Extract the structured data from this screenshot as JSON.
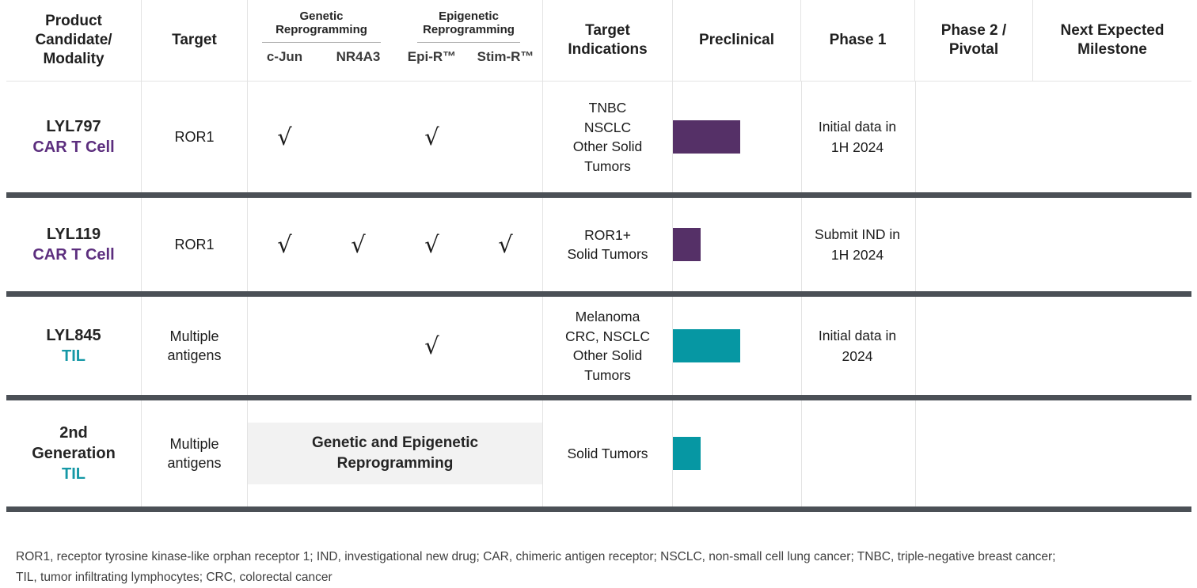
{
  "palette": {
    "purple_bar": "#553067",
    "teal_bar": "#0697a3",
    "purple_text": "#5c2e7e",
    "teal_text": "#1598a6",
    "separator": "#4b5056",
    "grid_line": "#e3e3e3",
    "merged_box_bg": "#f2f2f2"
  },
  "header": {
    "product": "Product\nCandidate/\nModality",
    "target": "Target",
    "genetic_group": "Genetic\nReprogramming",
    "epigenetic_group": "Epigenetic\nReprogramming",
    "c_jun": "c-Jun",
    "nr4a3": "NR4A3",
    "epi_r": "Epi-R™",
    "stim_r": "Stim-R™",
    "indications": "Target\nIndications",
    "preclinical": "Preclinical",
    "phase1": "Phase 1",
    "phase2": "Phase 2 /\nPivotal",
    "milestone": "Next Expected\nMilestone"
  },
  "rows": [
    {
      "product": "LYL797",
      "modality": "CAR T Cell",
      "target": "ROR1",
      "checks": {
        "c_jun": "√",
        "nr4a3": "",
        "epi_r": "√",
        "stim_r": ""
      },
      "indications": "TNBC\nNSCLC\nOther Solid\nTumors",
      "bar": {
        "color": "purple_bar",
        "extent_frac": 0.525,
        "phase_reached": "Phase 1"
      },
      "milestone": "Initial data in\n1H 2024"
    },
    {
      "product": "LYL119",
      "modality": "CAR T Cell",
      "target": "ROR1",
      "checks": {
        "c_jun": "√",
        "nr4a3": "√",
        "epi_r": "√",
        "stim_r": "√"
      },
      "indications": "ROR1+\nSolid Tumors",
      "bar": {
        "color": "purple_bar",
        "extent_frac": 0.22,
        "phase_reached": "Preclinical"
      },
      "milestone": "Submit IND in\n1H 2024"
    },
    {
      "product": "LYL845",
      "modality": "TIL",
      "target": "Multiple\nantigens",
      "checks": {
        "c_jun": "",
        "nr4a3": "",
        "epi_r": "√",
        "stim_r": ""
      },
      "indications": "Melanoma\nCRC, NSCLC\nOther Solid\nTumors",
      "bar": {
        "color": "teal_bar",
        "extent_frac": 0.525,
        "phase_reached": "Phase 1"
      },
      "milestone": "Initial data in\n2024"
    },
    {
      "product": "2nd\nGeneration",
      "modality": "TIL",
      "target": "Multiple\nantigens",
      "merged_label": "Genetic and Epigenetic\nReprogramming",
      "indications": "Solid Tumors",
      "bar": {
        "color": "teal_bar",
        "extent_frac": 0.22,
        "phase_reached": "Preclinical"
      },
      "milestone": ""
    }
  ],
  "footnote": "ROR1, receptor tyrosine kinase-like orphan receptor 1; IND,  investigational new drug; CAR, chimeric antigen receptor; NSCLC, non-small cell lung cancer; TNBC, triple-negative breast cancer;\nTIL, tumor infiltrating lymphocytes; CRC, colorectal cancer"
}
